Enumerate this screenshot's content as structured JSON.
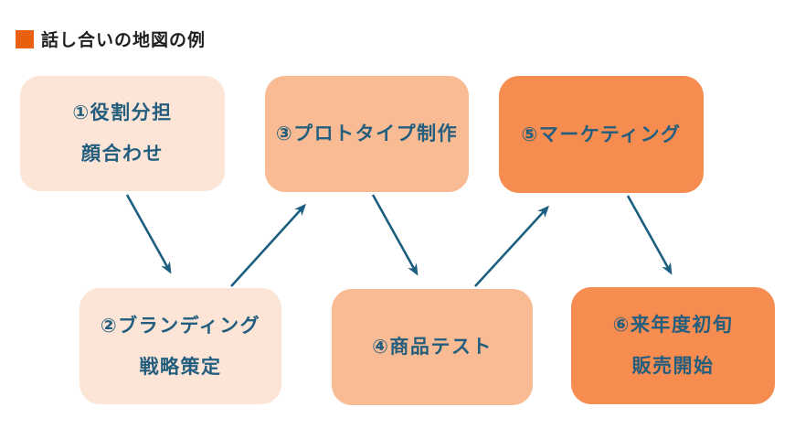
{
  "title": {
    "text": "話し合いの地図の例",
    "bullet_color": "#e8600e"
  },
  "diagram": {
    "type": "flowchart",
    "nodes": [
      {
        "id": 1,
        "tone": "light",
        "line1": "①役割分担",
        "line2": "顔合わせ"
      },
      {
        "id": 2,
        "tone": "light",
        "line1": "②ブランディング",
        "line2": "戦略策定"
      },
      {
        "id": 3,
        "tone": "medium",
        "line1": "③プロトタイプ制作",
        "line2": ""
      },
      {
        "id": 4,
        "tone": "medium",
        "line1": "④商品テスト",
        "line2": ""
      },
      {
        "id": 5,
        "tone": "strong",
        "line1": "⑤マーケティング",
        "line2": ""
      },
      {
        "id": 6,
        "tone": "strong",
        "line1": "⑥来年度初旬",
        "line2": "販売開始"
      }
    ],
    "edges": [
      {
        "from": 1,
        "to": 2
      },
      {
        "from": 2,
        "to": 3
      },
      {
        "from": 3,
        "to": 4
      },
      {
        "from": 4,
        "to": 5
      },
      {
        "from": 5,
        "to": 6
      }
    ],
    "colors": {
      "light": "#fce5d7",
      "medium": "#f9bb93",
      "strong": "#f68c4f",
      "arrow": "#1d5f80",
      "node_text": "#235e7e",
      "title_text": "#1f1f1f"
    }
  }
}
